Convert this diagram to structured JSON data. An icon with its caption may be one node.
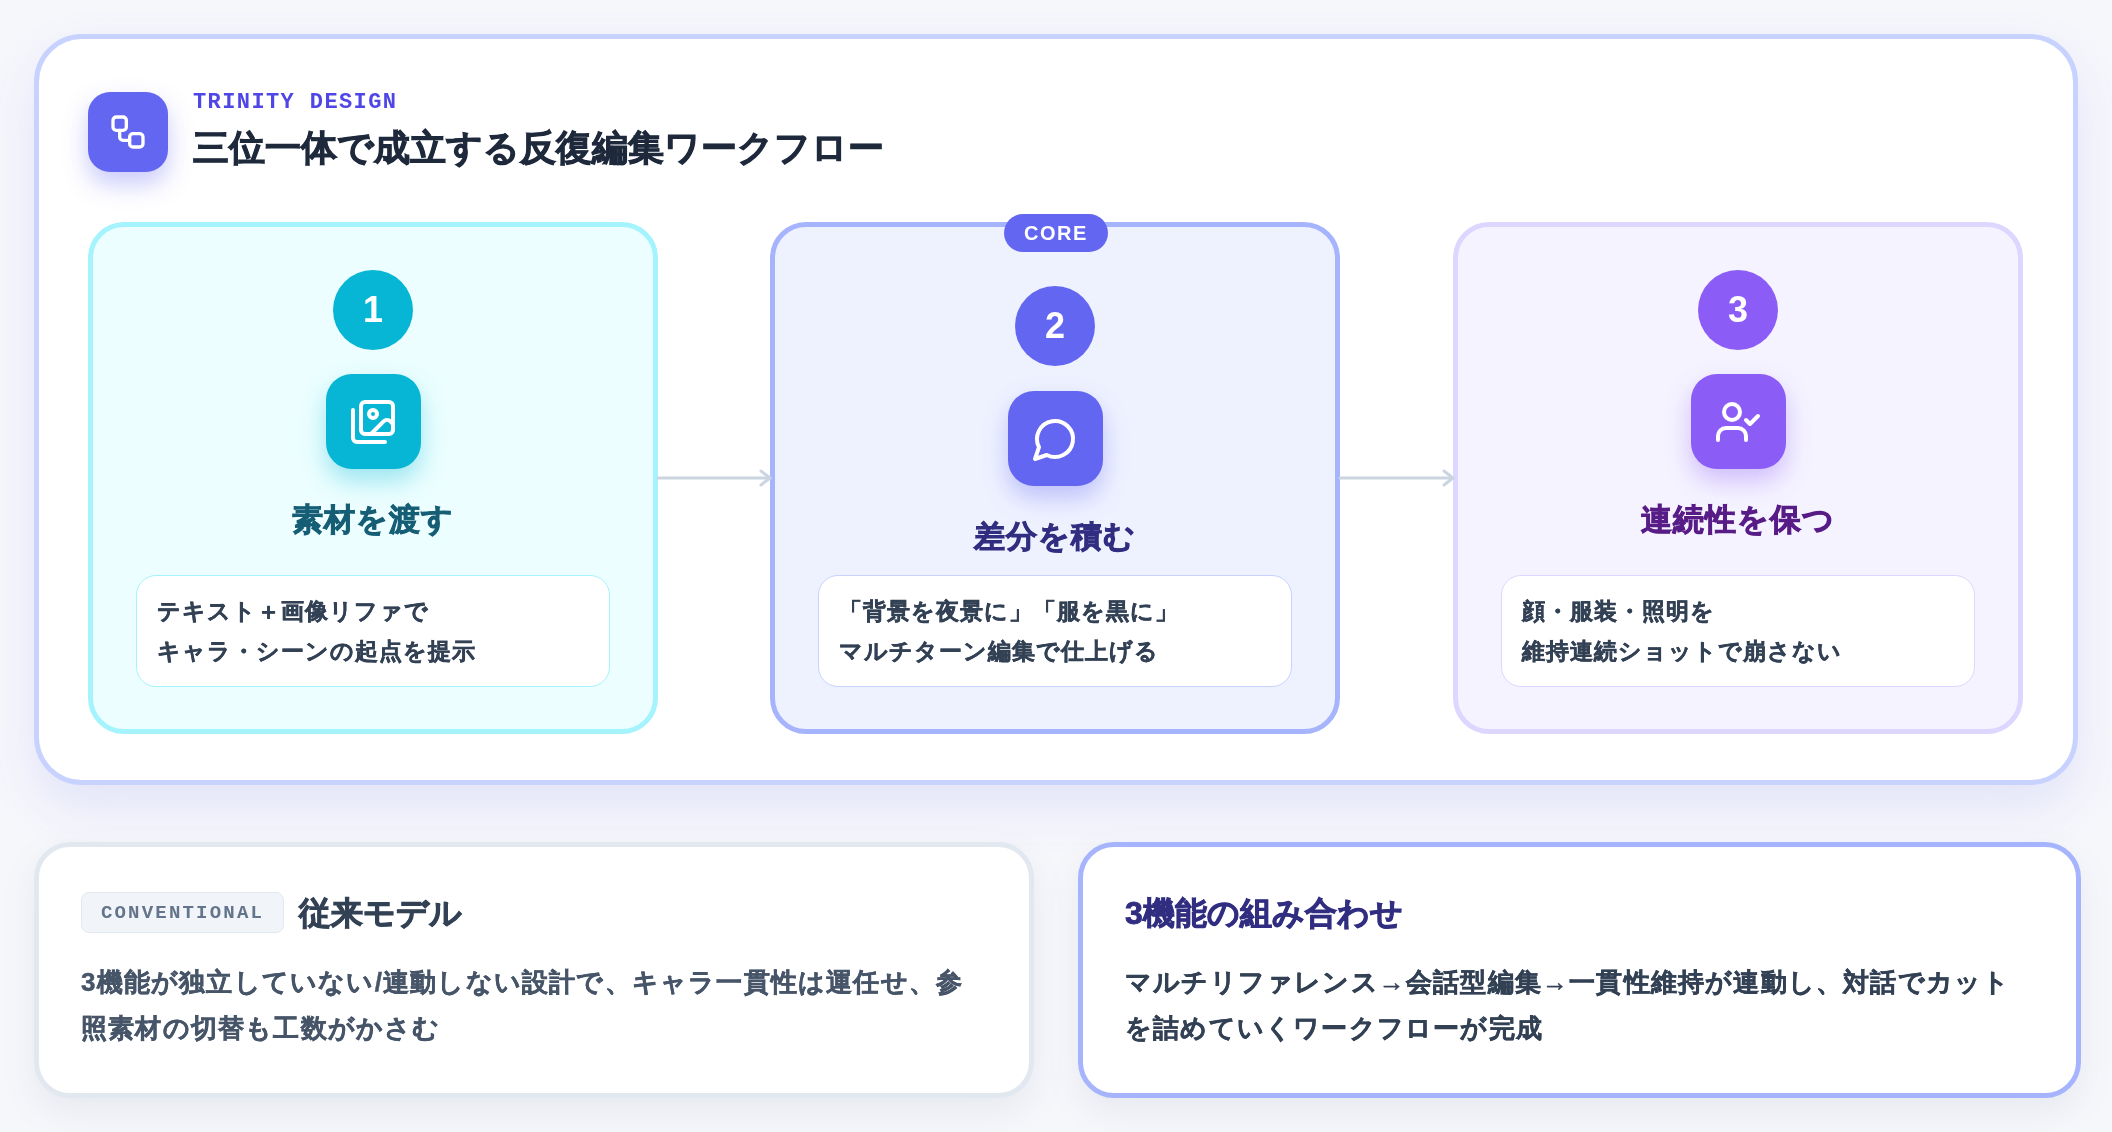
{
  "diagram": {
    "nodes": [
      {
        "text": [
          "TRINITY DESIGN",
          "三位一体で成立する反復編集ワークフロー"
        ]
      },
      {
        "text": [
          "素材を渡す"
        ],
        "in": 0
      },
      {
        "text": [
          "1"
        ],
        "in": 1
      },
      {
        "text": [
          "テキスト＋画像リファでキャラ・シーンの起点を提示"
        ],
        "in": 1
      },
      {
        "text": [
          "差分を積む"
        ],
        "in": 0
      },
      {
        "text": [
          "CORE"
        ],
        "in": 0
      },
      {
        "text": [
          "2"
        ],
        "in": 4
      },
      {
        "text": [
          "「背景を夜景に」「服を黒に」マルチターン編集で仕上げる"
        ],
        "in": 4
      },
      {
        "text": [
          "連続性を保つ"
        ],
        "in": 0
      },
      {
        "text": [
          "3"
        ],
        "in": 8
      },
      {
        "text": [
          "顔・服装・照明を維持連続ショットで崩さない"
        ],
        "in": 8
      },
      {
        "text": [
          "従来モデル",
          "3機能が独立していない/連動しない設計で、キャラ一貫性は運任せ、参照素材の切替も工数がかさむ"
        ]
      },
      {
        "text": [
          "CONVENTIONAL"
        ],
        "in": 11
      },
      {
        "text": [
          "3機能の組み合わせ",
          "マルチリファレンス→会話型編集→一貫性維持が連動し、対話でカットを詰めていくワークフローが完成"
        ]
      }
    ],
    "edges": [
      {
        "from": 1,
        "to": 4,
        "arrow": "to"
      },
      {
        "from": 4,
        "to": 8,
        "arrow": "to"
      }
    ]
  }
}
